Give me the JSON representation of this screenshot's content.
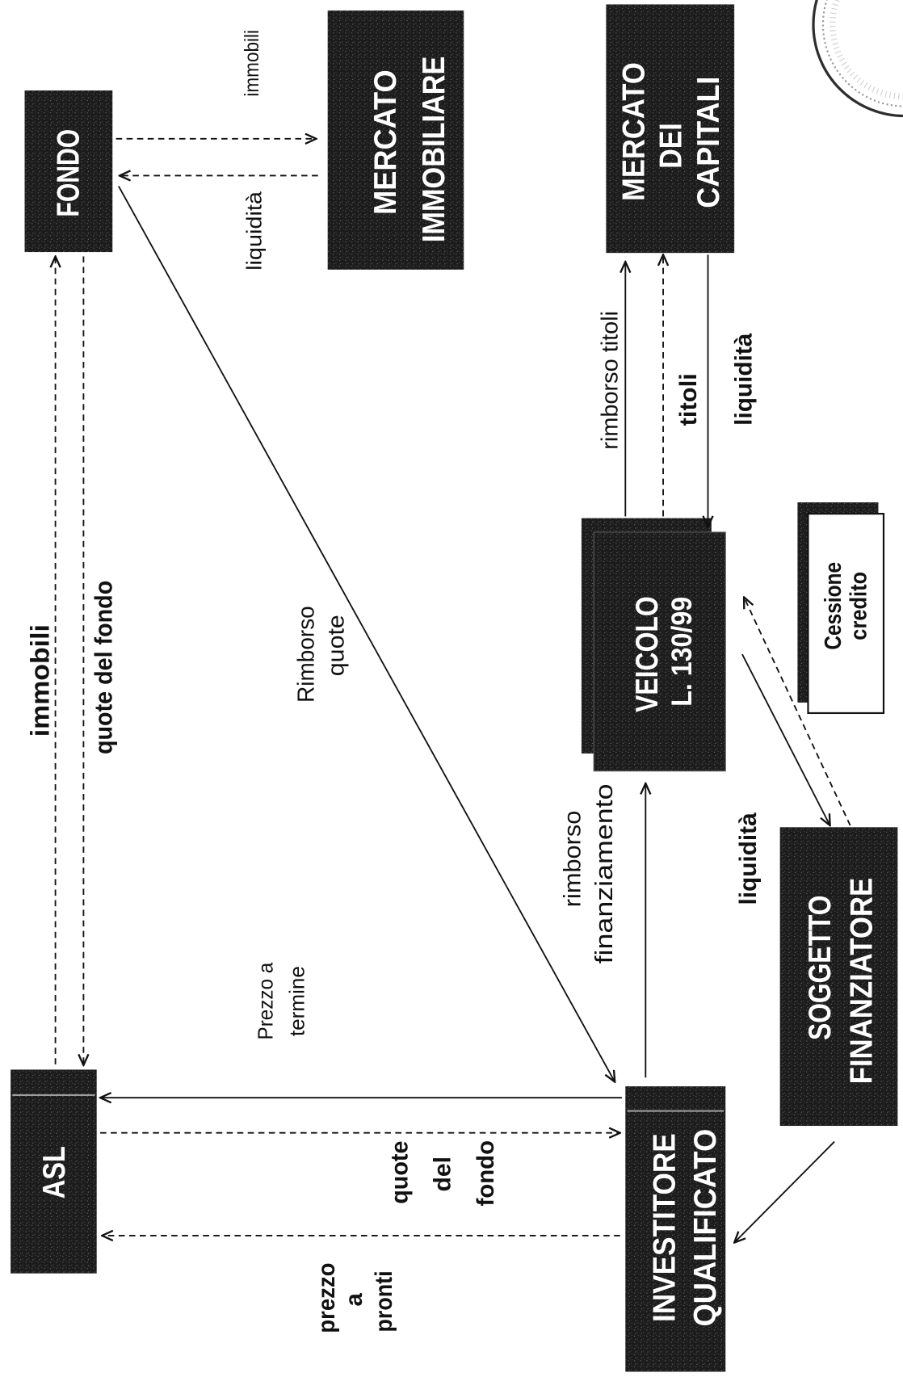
{
  "nodes": {
    "fondo": {
      "lines": [
        "FONDO"
      ]
    },
    "mercato_immobiliare": {
      "lines": [
        "MERCATO",
        "IMMOBILIARE"
      ]
    },
    "mercato_capitali": {
      "lines": [
        "MERCATO",
        "DEI",
        "CAPITALI"
      ]
    },
    "veicolo": {
      "lines": [
        "VEICOLO",
        "L. 130/99"
      ]
    },
    "cessione_credito": {
      "lines": [
        "Cessione",
        "credito"
      ]
    },
    "soggetto_finanziatore": {
      "lines": [
        "SOGGETTO",
        "FINANZIATORE"
      ]
    },
    "asl": {
      "lines": [
        "ASL"
      ]
    },
    "investitore_qualificato": {
      "lines": [
        "INVESTITORE",
        "QUALIFICATO"
      ]
    }
  },
  "flows": {
    "fondo_to_mercato_immobiliare": {
      "label": [
        "immobili"
      ]
    },
    "mercato_immobiliare_to_fondo": {
      "label": [
        "liquidità"
      ]
    },
    "asl_to_fondo": {
      "label": [
        "immobili"
      ]
    },
    "fondo_to_asl": {
      "label": [
        "quote del fondo"
      ]
    },
    "fondo_to_investitore": {
      "label": [
        "Rimborso",
        "quote"
      ]
    },
    "veicolo_to_mercato_capitali_rimborso": {
      "label": [
        "rimborso titoli"
      ]
    },
    "veicolo_to_mercato_capitali_titoli": {
      "label": [
        "titoli"
      ]
    },
    "mercato_capitali_to_veicolo": {
      "label": [
        "liquidità"
      ]
    },
    "investitore_to_veicolo": {
      "label": [
        "rimborso",
        "finanziamento"
      ]
    },
    "veicolo_to_soggetto_finanziatore": {
      "label": [
        "liquidità"
      ]
    },
    "investitore_to_asl_termine": {
      "label": [
        "Prezzo a",
        "termine"
      ]
    },
    "asl_to_investitore": {
      "label": [
        "quote",
        "del",
        "fondo"
      ]
    },
    "investitore_to_asl_pronti": {
      "label": [
        "prezzo",
        "a",
        "pronti"
      ]
    }
  },
  "colors": {
    "box_fill": "#1c1c1c",
    "box_text": "#ffffff",
    "ink": "#111111",
    "paper": "#ffffff"
  }
}
